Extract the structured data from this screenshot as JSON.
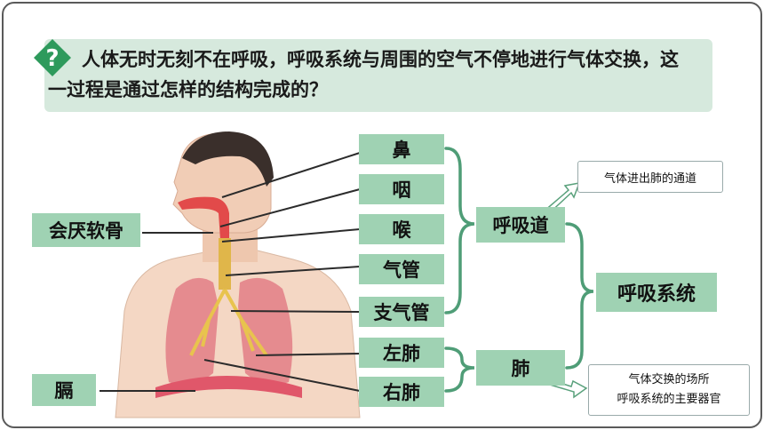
{
  "question": {
    "icon": "question-mark-icon",
    "text": "人体无时无刻不在呼吸，呼吸系统与周围的空气不停地进行气体交换，这一过程是通过怎样的结构完成的？",
    "background": "#d6e9dd",
    "icon_color": "#2e9a5c"
  },
  "organs": {
    "nose": "鼻",
    "pharynx": "咽",
    "larynx": "喉",
    "trachea": "气管",
    "bronchi": "支气管",
    "left_lung": "左肺",
    "right_lung": "右肺"
  },
  "side_labels": {
    "epiglottis": "会厌软骨",
    "diaphragm": "膈"
  },
  "groups": {
    "airway": "呼吸道",
    "lung": "肺",
    "system": "呼吸系统"
  },
  "notes": {
    "airway_note": "气体进出肺的通道",
    "lung_note_line1": "气体交换的场所",
    "lung_note_line2": "呼吸系统的主要器官"
  },
  "colors": {
    "label_fill": "#9fd2b3",
    "bracket": "#4f9d77"
  }
}
